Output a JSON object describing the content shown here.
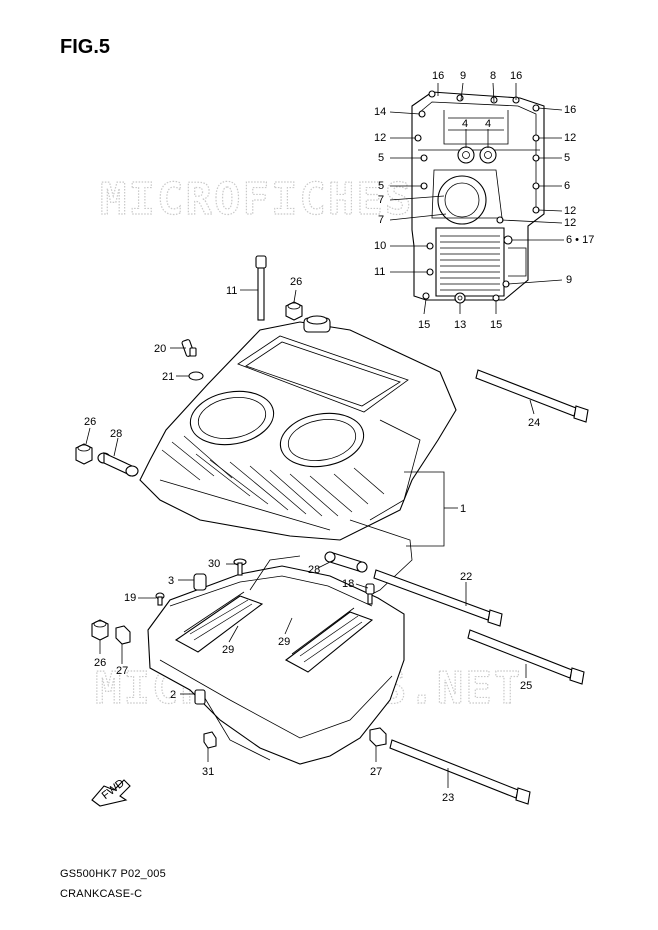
{
  "figure": {
    "title": "FIG.5"
  },
  "footer": {
    "code": "GS500HK7 P02_005",
    "name": "CRANKCASE-C"
  },
  "watermarks": [
    "MICROFICHES.NET",
    "MICROFICHES.NET"
  ],
  "fwd_label": "FWD",
  "callouts": {
    "c16a": "16",
    "c9a": "9",
    "c8": "8",
    "c16b": "16",
    "c14": "14",
    "c16c": "16",
    "c4a": "4",
    "c4b": "4",
    "c12a": "12",
    "c12b": "12",
    "c5a": "5",
    "c5b": "5",
    "c5c": "5",
    "c6a": "6",
    "c7a": "7",
    "c7b": "7",
    "c12c": "12",
    "c12d": "12",
    "c10": "10",
    "c617": "6 • 17",
    "c11a": "11",
    "c9b": "9",
    "c15a": "15",
    "c13": "13",
    "c15b": "15",
    "c11b": "11",
    "c26a": "26",
    "c20": "20",
    "c21": "21",
    "c24": "24",
    "c26b": "26",
    "c28a": "28",
    "c1": "1",
    "c30": "30",
    "c28b": "28",
    "c18": "18",
    "c22": "22",
    "c3": "3",
    "c19": "19",
    "c26c": "26",
    "c27a": "27",
    "c29a": "29",
    "c29b": "29",
    "c25": "25",
    "c2": "2",
    "c31": "31",
    "c27b": "27",
    "c23": "23"
  }
}
